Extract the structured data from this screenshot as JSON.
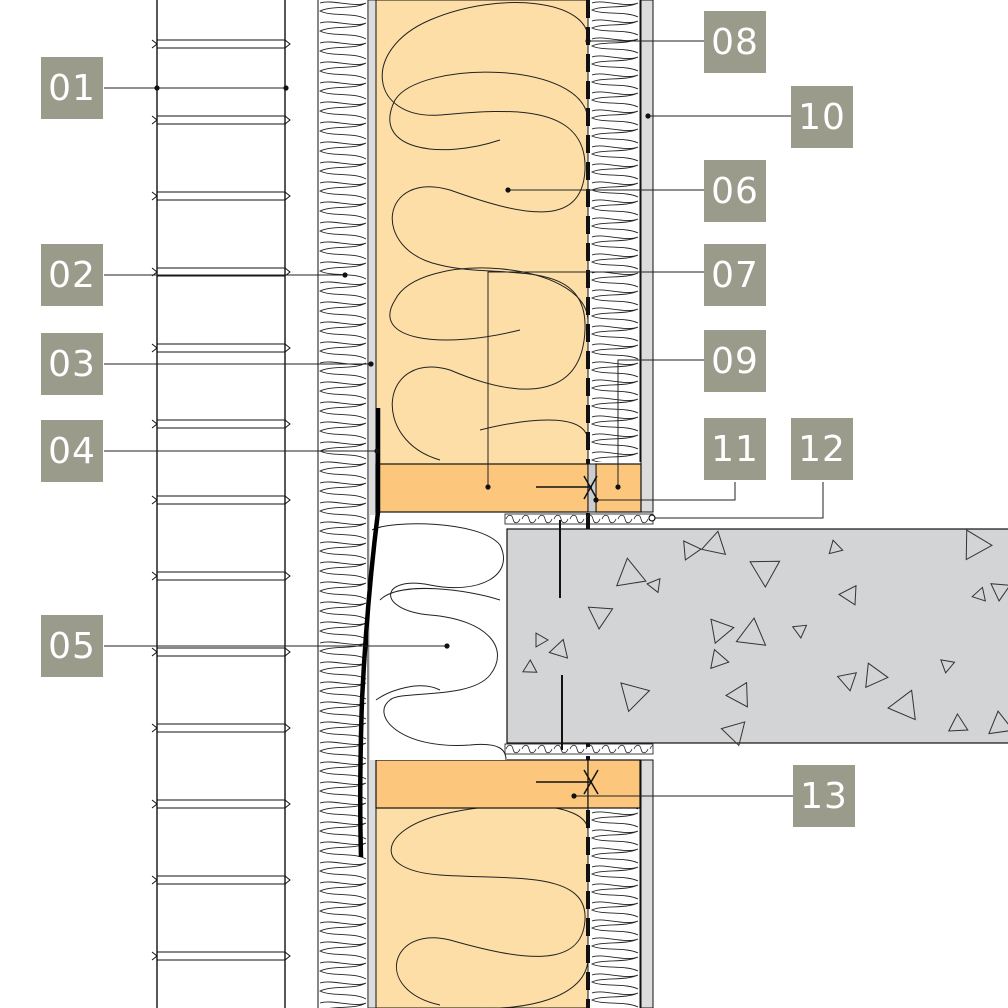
{
  "colors": {
    "label_bg": "#9b9b8b",
    "label_text": "#ffffff",
    "insulation": "#fddea6",
    "timber": "#fcc77d",
    "concrete": "#d2d4d6",
    "board": "#dcdcdc",
    "line": "#111111",
    "aggregate": "#444444"
  },
  "callouts": [
    {
      "id": "c01",
      "label": "01"
    },
    {
      "id": "c02",
      "label": "02"
    },
    {
      "id": "c03",
      "label": "03"
    },
    {
      "id": "c04",
      "label": "04"
    },
    {
      "id": "c05",
      "label": "05"
    },
    {
      "id": "c06",
      "label": "06"
    },
    {
      "id": "c07",
      "label": "07"
    },
    {
      "id": "c08",
      "label": "08"
    },
    {
      "id": "c09",
      "label": "09"
    },
    {
      "id": "c10",
      "label": "10"
    },
    {
      "id": "c11",
      "label": "11"
    },
    {
      "id": "c12",
      "label": "12"
    },
    {
      "id": "c13",
      "label": "13"
    }
  ]
}
